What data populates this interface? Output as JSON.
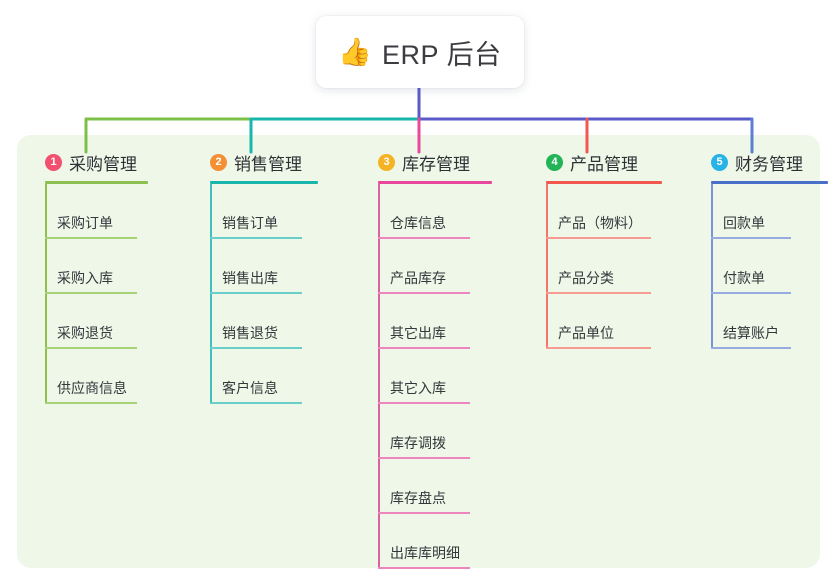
{
  "root": {
    "icon": "thumbs-up-icon",
    "icon_glyph": "👍",
    "title": "ERP 后台"
  },
  "panel": {
    "background_color": "#eef7e8"
  },
  "connectors": {
    "stem_color": "#5a5ac8",
    "bus_segments": [
      {
        "name": "left-green",
        "color": "#7cc04a"
      },
      {
        "name": "mid-teal",
        "color": "#19b6ac"
      },
      {
        "name": "right-purple",
        "color": "#5a5ac8"
      }
    ],
    "drops": [
      {
        "column": 1,
        "color": "#7cc04a"
      },
      {
        "column": 2,
        "color": "#19b6ac"
      },
      {
        "column": 3,
        "color": "#e8489c"
      },
      {
        "column": 4,
        "color": "#f2584f"
      },
      {
        "column": 5,
        "color": "#5b7fd4"
      }
    ]
  },
  "columns": [
    {
      "number": "1",
      "label": "采购管理",
      "badge_color": "#f2506e",
      "rule_color": "#8cc152",
      "line_color": "#8cc152",
      "leaf_rule_color": "#a8d276",
      "head_rule_width": 103,
      "leaf_rule_width": 92,
      "items": [
        "采购订单",
        "采购入库",
        "采购退货",
        "供应商信息"
      ]
    },
    {
      "number": "2",
      "label": "销售管理",
      "badge_color": "#f49034",
      "rule_color": "#19b6ac",
      "line_color": "#3fc0b8",
      "leaf_rule_color": "#6acfc8",
      "head_rule_width": 108,
      "leaf_rule_width": 92,
      "items": [
        "销售订单",
        "销售出库",
        "销售退货",
        "客户信息"
      ]
    },
    {
      "number": "3",
      "label": "库存管理",
      "badge_color": "#f5b324",
      "rule_color": "#e8489c",
      "line_color": "#e060a5",
      "leaf_rule_color": "#ec86bd",
      "head_rule_width": 114,
      "leaf_rule_width": 92,
      "items": [
        "仓库信息",
        "产品库存",
        "其它出库",
        "其它入库",
        "库存调拨",
        "库存盘点",
        "出库库明细"
      ]
    },
    {
      "number": "4",
      "label": "产品管理",
      "badge_color": "#22b457",
      "rule_color": "#f2584f",
      "line_color": "#f5756b",
      "leaf_rule_color": "#f79a92",
      "head_rule_width": 116,
      "leaf_rule_width": 105,
      "items": [
        "产品（物料）",
        "产品分类",
        "产品单位"
      ]
    },
    {
      "number": "5",
      "label": "财务管理",
      "badge_color": "#27b3e5",
      "rule_color": "#4a6fc8",
      "line_color": "#7b92d8",
      "leaf_rule_color": "#97abe0",
      "head_rule_width": 117,
      "leaf_rule_width": 80,
      "items": [
        "回款单",
        "付款单",
        "结算账户"
      ]
    }
  ]
}
